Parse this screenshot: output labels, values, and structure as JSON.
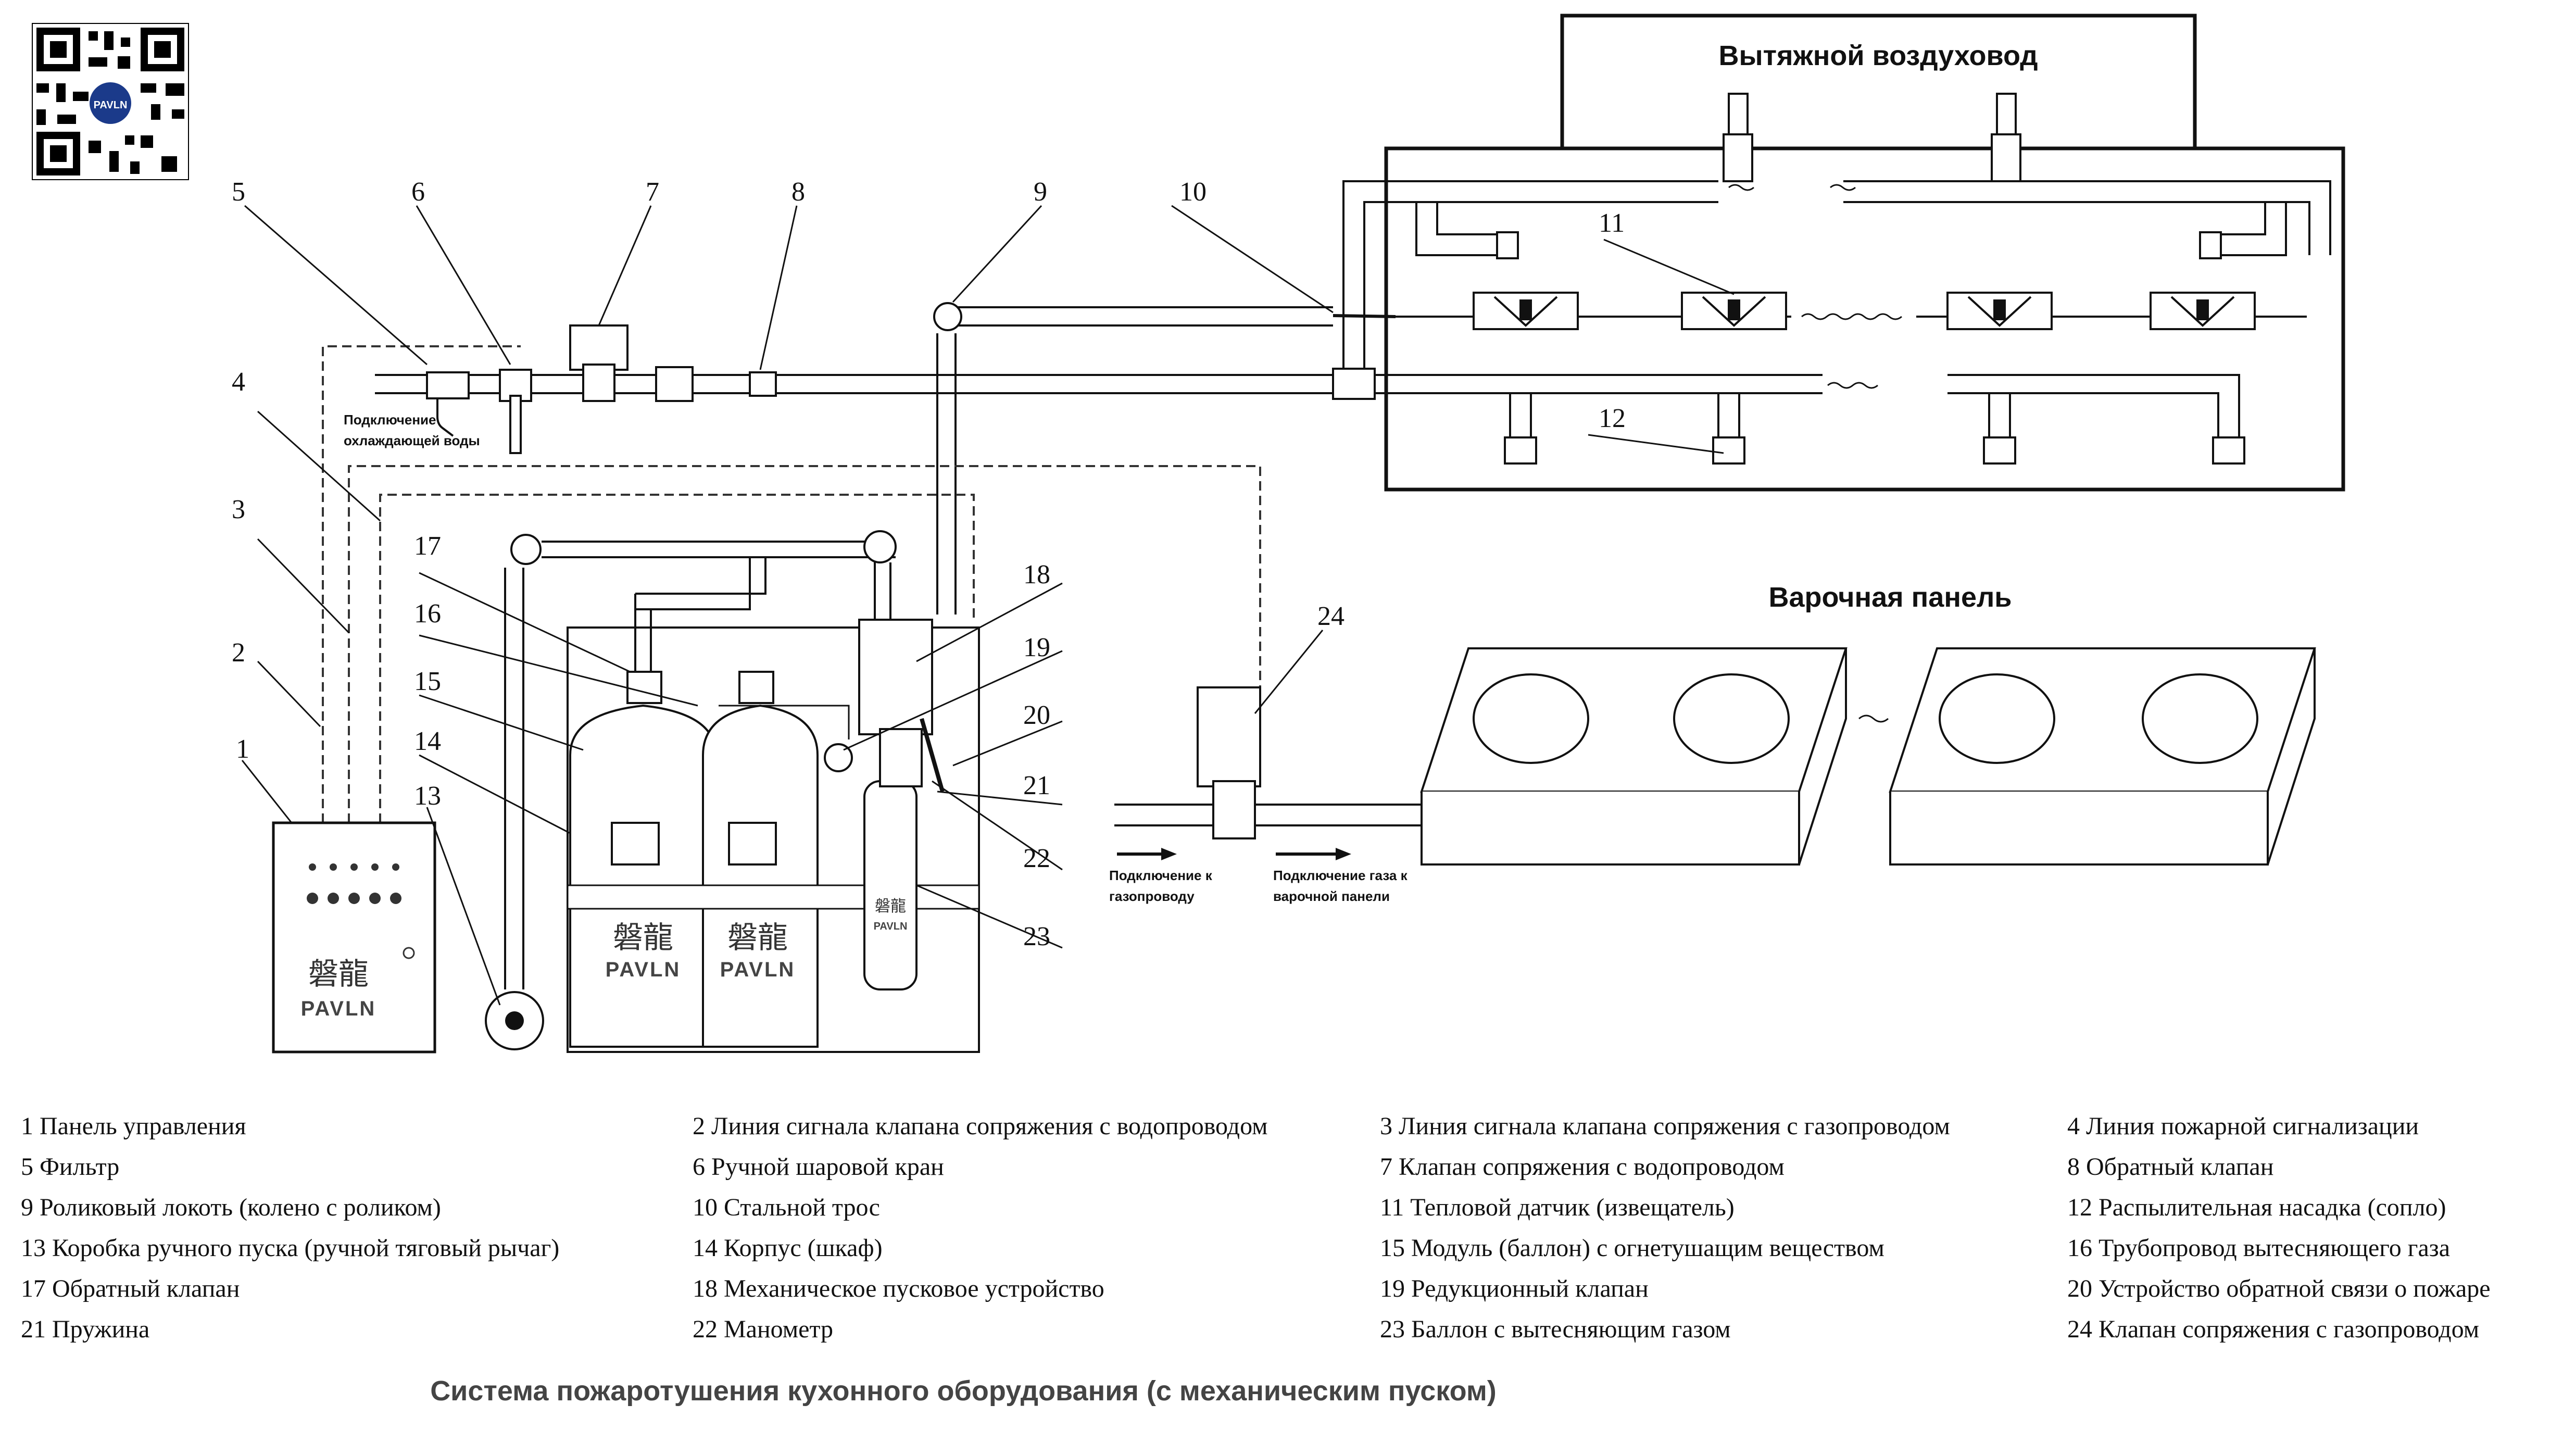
{
  "labels": {
    "exhaust_duct": "Вытяжной воздуховод",
    "cooktop": "Варочная панель",
    "cooling_water_1": "Подключение",
    "cooling_water_2": "охлаждающей воды",
    "gas_line_1": "Подключение к",
    "gas_line_2": "газопроводу",
    "gas_to_panel_1": "Подключение газа к",
    "gas_to_panel_2": "варочной панели"
  },
  "brand": {
    "chinese": "磐龍",
    "latin": "PAVLN",
    "badge": "PAVLN"
  },
  "callouts": [
    {
      "num": "1"
    },
    {
      "num": "2"
    },
    {
      "num": "3"
    },
    {
      "num": "4"
    },
    {
      "num": "5"
    },
    {
      "num": "6"
    },
    {
      "num": "7"
    },
    {
      "num": "8"
    },
    {
      "num": "9"
    },
    {
      "num": "10"
    },
    {
      "num": "11"
    },
    {
      "num": "12"
    },
    {
      "num": "13"
    },
    {
      "num": "14"
    },
    {
      "num": "15"
    },
    {
      "num": "16"
    },
    {
      "num": "17"
    },
    {
      "num": "18"
    },
    {
      "num": "19"
    },
    {
      "num": "20"
    },
    {
      "num": "21"
    },
    {
      "num": "22"
    },
    {
      "num": "23"
    },
    {
      "num": "24"
    }
  ],
  "legend": [
    "1 Панель управления",
    "2 Линия сигнала клапана сопряжения с водопроводом",
    "3 Линия сигнала клапана сопряжения с газопроводом",
    "4 Линия пожарной сигнализации",
    "5 Фильтр",
    "6 Ручной шаровой кран",
    "7 Клапан сопряжения с водопроводом",
    "8 Обратный клапан",
    "9 Роликовый локоть (колено с роликом)",
    "10 Стальной трос",
    "11 Тепловой датчик (извещатель)",
    "12 Распылительная насадка (сопло)",
    "13 Коробка ручного пуска (ручной тяговый рычаг)",
    "14 Корпус (шкаф)",
    "15 Модуль (баллон) с огнетушащим веществом",
    "16 Трубопровод вытесняющего газа",
    "17 Обратный клапан",
    "18 Механическое пусковое устройство",
    "19 Редукционный клапан",
    "20 Устройство обратной связи о пожаре",
    "21 Пружина",
    "22 Манометр",
    "23 Баллон с вытесняющим газом",
    "24 Клапан сопряжения с газопроводом"
  ],
  "caption": "Система пожаротушения кухонного оборудования (с механическим пуском)"
}
